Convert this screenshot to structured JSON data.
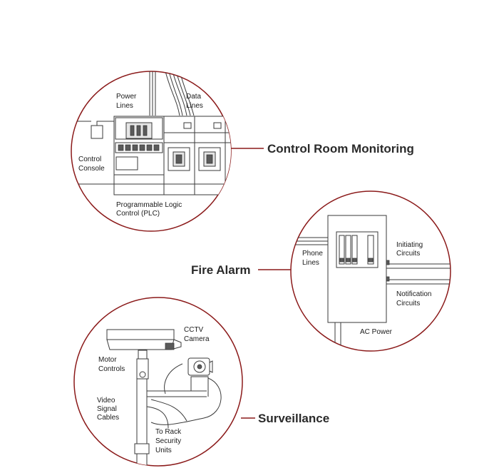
{
  "control_room": {
    "title": "Control Room Monitoring",
    "labels": {
      "power_line1": "Power",
      "power_line2": "Lines",
      "data_line1": "Data",
      "data_line2": "Lines",
      "console_line1": "Control",
      "console_line2": "Console",
      "plc_line1": "Programmable Logic",
      "plc_line2": "Control (PLC)"
    }
  },
  "fire_alarm": {
    "title": "Fire Alarm",
    "labels": {
      "phone_line1": "Phone",
      "phone_line2": "Lines",
      "initiating_line1": "Initiating",
      "initiating_line2": "Circuits",
      "notification_line1": "Notification",
      "notification_line2": "Circuits",
      "ac_power": "AC Power"
    }
  },
  "surveillance": {
    "title": "Surveillance",
    "labels": {
      "cctv_line1": "CCTV",
      "cctv_line2": "Camera",
      "motor_line1": "Motor",
      "motor_line2": "Controls",
      "video_line1": "Video",
      "video_line2": "Signal",
      "video_line3": "Cables",
      "rack_line1": "To Rack",
      "rack_line2": "Security",
      "rack_line3": "Units"
    }
  }
}
